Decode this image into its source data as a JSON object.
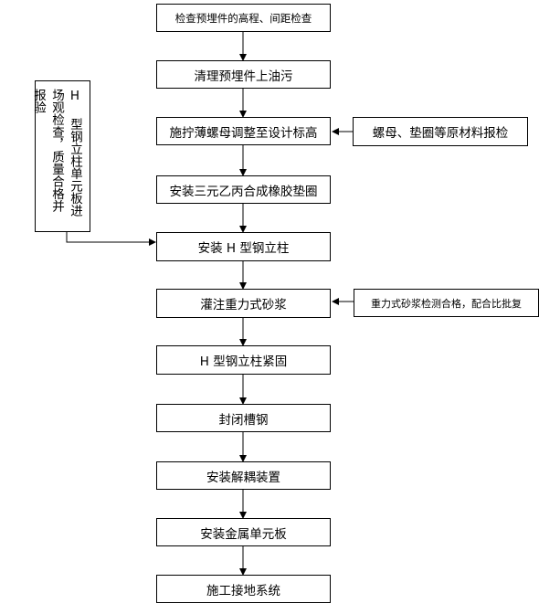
{
  "flow_steps": [
    "检查预埋件的高程、间距检查",
    "清理预埋件上油污",
    "施拧薄螺母调整至设计标高",
    "安装三元乙丙合成橡胶垫圈",
    "安装 H 型钢立柱",
    "灌注重力式砂浆",
    "H 型钢立柱紧固",
    "封闭槽钢",
    "安装解耦装置",
    "安装金属单元板",
    "施工接地系统"
  ],
  "side_inputs": {
    "nut_material": "螺母、垫圈等原材料报检",
    "mortar_check": "重力式砂浆检测合格，配合比批复",
    "column_inspection": "H 型钢立柱单元板进场观检查，质量合格并报验"
  }
}
